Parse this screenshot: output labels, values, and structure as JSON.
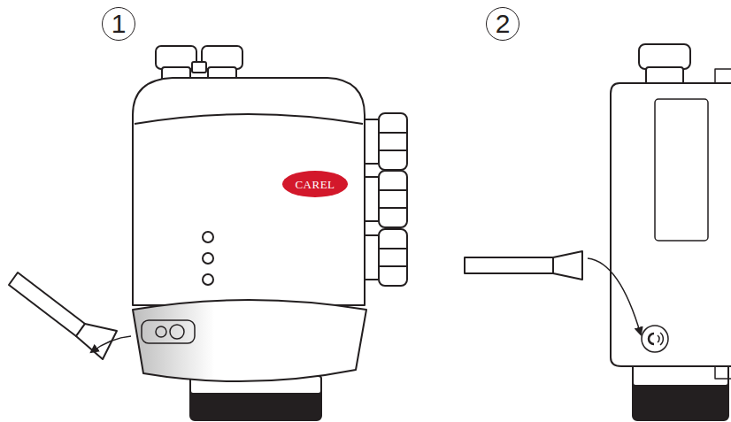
{
  "diagram": {
    "nodes": [
      {
        "text": [
          "1"
        ]
      },
      {
        "text": [
          "2"
        ]
      },
      {
        "text": [
          "CAREL"
        ]
      }
    ]
  }
}
